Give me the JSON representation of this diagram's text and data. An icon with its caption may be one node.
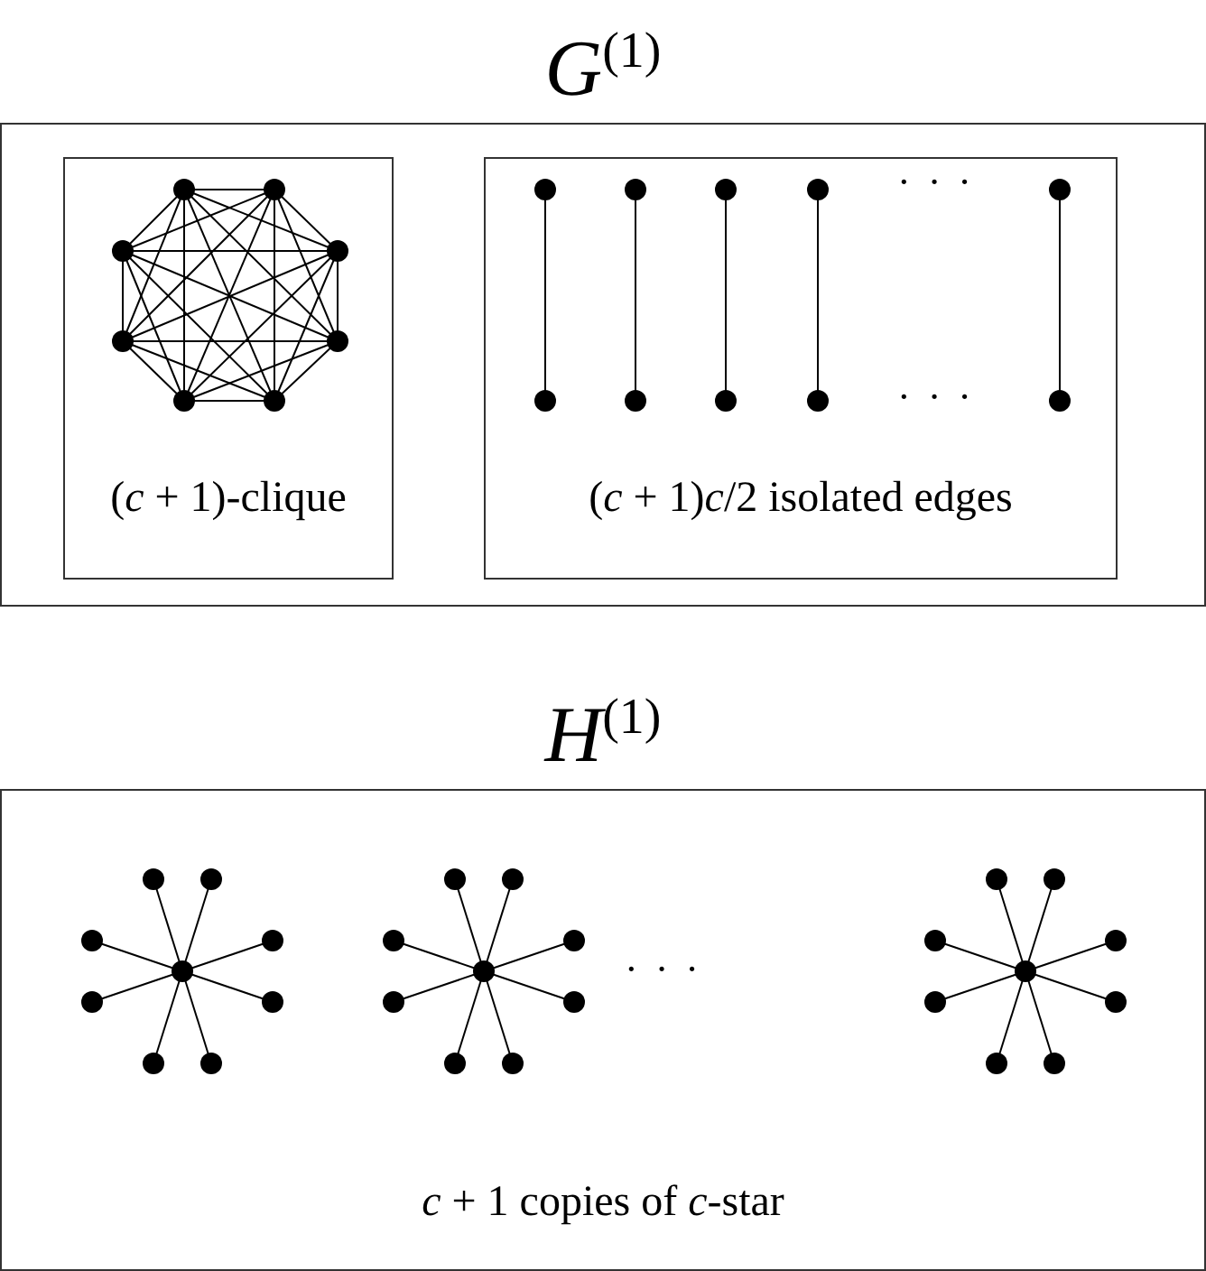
{
  "diagram": {
    "nodes": [
      {
        "text": [
          "*G*$^{(1)}$"
        ]
      },
      {
        "text": [
          "(*c* + 1)-clique"
        ],
        "in": 0
      },
      {
        "text": [
          "(*c* + 1)*c*/2 isolated edges"
        ],
        "in": 0
      },
      {
        "text": [
          "*H*$^{(1)}$",
          "*c* + 1 copies of *c*-star"
        ]
      }
    ],
    "labels": [
      "· · ·",
      "· · ·",
      "· · ·"
    ]
  }
}
